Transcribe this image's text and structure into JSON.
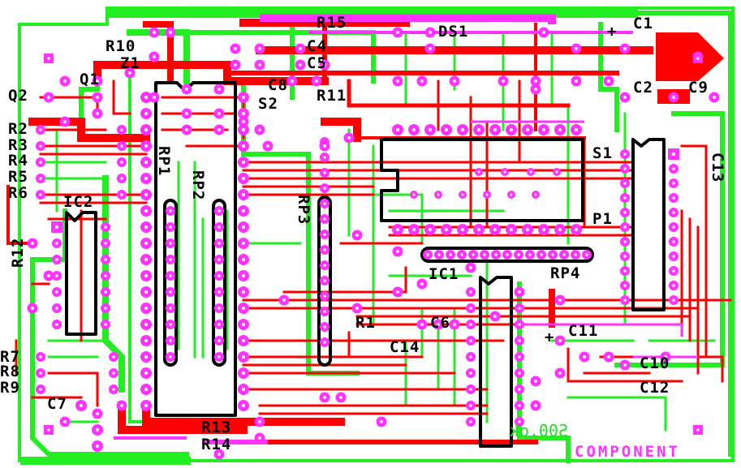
{
  "board": {
    "side_label": "COMPONENT",
    "mirror_label": "S00.ok",
    "colors": {
      "background": "#ffffff",
      "top_copper": "#ff0000",
      "bottom_copper": "#22ee22",
      "pad": "#ff33ff",
      "silkscreen": "#000000"
    }
  },
  "components": [
    {
      "ref": "R15"
    },
    {
      "ref": "DS1"
    },
    {
      "ref": "C1"
    },
    {
      "ref": "R10"
    },
    {
      "ref": "Z1"
    },
    {
      "ref": "C4"
    },
    {
      "ref": "C5"
    },
    {
      "ref": "Q1"
    },
    {
      "ref": "C8"
    },
    {
      "ref": "R11"
    },
    {
      "ref": "C2"
    },
    {
      "ref": "C9"
    },
    {
      "ref": "Q2"
    },
    {
      "ref": "S2"
    },
    {
      "ref": "R2"
    },
    {
      "ref": "R3"
    },
    {
      "ref": "R4"
    },
    {
      "ref": "R5"
    },
    {
      "ref": "R6"
    },
    {
      "ref": "RP1"
    },
    {
      "ref": "RP2"
    },
    {
      "ref": "S1"
    },
    {
      "ref": "C13"
    },
    {
      "ref": "IC2"
    },
    {
      "ref": "RP3"
    },
    {
      "ref": "P1"
    },
    {
      "ref": "RP4"
    },
    {
      "ref": "IC1"
    },
    {
      "ref": "R12"
    },
    {
      "ref": "R1"
    },
    {
      "ref": "C6"
    },
    {
      "ref": "C14"
    },
    {
      "ref": "C11"
    },
    {
      "ref": "R7"
    },
    {
      "ref": "R8"
    },
    {
      "ref": "R9"
    },
    {
      "ref": "C10"
    },
    {
      "ref": "C12"
    },
    {
      "ref": "C7"
    },
    {
      "ref": "R13"
    },
    {
      "ref": "R14"
    }
  ],
  "polarity_mark": "+",
  "polarity_mark_2": "+"
}
